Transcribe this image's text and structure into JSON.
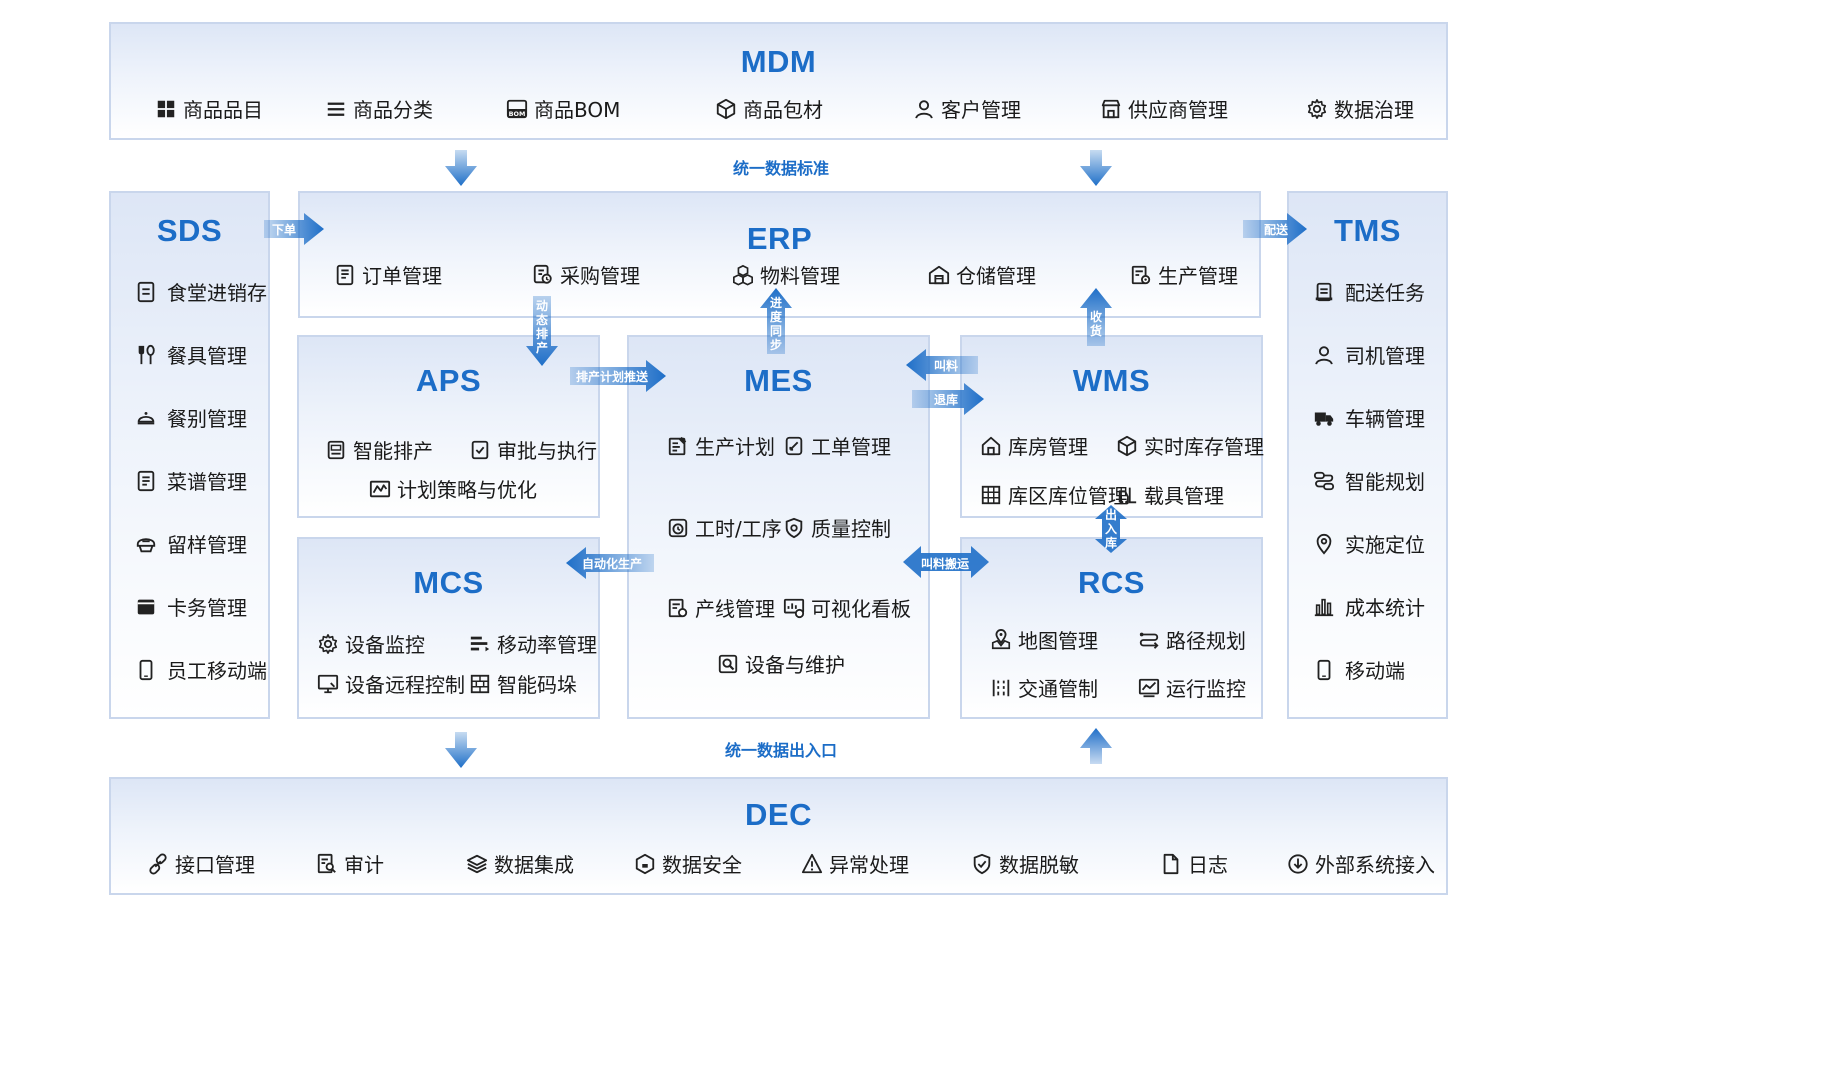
{
  "colors": {
    "accent": "#1c6dc7",
    "arrow": "#1f6fc8",
    "border": "#c9d6ec"
  },
  "mdm": {
    "title": "MDM",
    "items": [
      {
        "icon": "grid-icon",
        "label": "商品品目"
      },
      {
        "icon": "list-icon",
        "label": "商品分类"
      },
      {
        "icon": "bom-icon",
        "label": "商品BOM"
      },
      {
        "icon": "package-icon",
        "label": "商品包材"
      },
      {
        "icon": "user-icon",
        "label": "客户管理"
      },
      {
        "icon": "store-icon",
        "label": "供应商管理"
      },
      {
        "icon": "gear-icon",
        "label": "数据治理"
      }
    ]
  },
  "labels": {
    "unified_standard": "统一数据标准",
    "unified_io": "统一数据出入口"
  },
  "sds": {
    "title": "SDS",
    "items": [
      {
        "icon": "document-icon",
        "label": "食堂进销存"
      },
      {
        "icon": "utensils-icon",
        "label": "餐具管理"
      },
      {
        "icon": "dish-icon",
        "label": "餐别管理"
      },
      {
        "icon": "menu-icon",
        "label": "菜谱管理"
      },
      {
        "icon": "sample-icon",
        "label": "留样管理"
      },
      {
        "icon": "card-icon",
        "label": "卡务管理"
      },
      {
        "icon": "phone-icon",
        "label": "员工移动端"
      }
    ]
  },
  "tms": {
    "title": "TMS",
    "items": [
      {
        "icon": "task-icon",
        "label": "配送任务"
      },
      {
        "icon": "driver-icon",
        "label": "司机管理"
      },
      {
        "icon": "truck-icon",
        "label": "车辆管理"
      },
      {
        "icon": "route-icon",
        "label": "智能规划"
      },
      {
        "icon": "location-icon",
        "label": "实施定位"
      },
      {
        "icon": "bar-chart-icon",
        "label": "成本统计"
      },
      {
        "icon": "phone-icon",
        "label": "移动端"
      }
    ]
  },
  "erp": {
    "title": "ERP",
    "items": [
      {
        "icon": "order-icon",
        "label": "订单管理"
      },
      {
        "icon": "purchase-icon",
        "label": "采购管理"
      },
      {
        "icon": "materials-icon",
        "label": "物料管理"
      },
      {
        "icon": "warehouse-icon",
        "label": "仓储管理"
      },
      {
        "icon": "production-icon",
        "label": "生产管理"
      }
    ]
  },
  "aps": {
    "title": "APS",
    "items": [
      {
        "icon": "schedule-icon",
        "label": "智能排产"
      },
      {
        "icon": "approve-icon",
        "label": "审批与执行"
      },
      {
        "icon": "strategy-icon",
        "label": "计划策略与优化"
      }
    ]
  },
  "mes": {
    "title": "MES",
    "items": [
      {
        "icon": "plan-icon",
        "label": "生产计划"
      },
      {
        "icon": "work-order-icon",
        "label": "工单管理"
      },
      {
        "icon": "clock-icon",
        "label": "工时/工序"
      },
      {
        "icon": "shield-icon",
        "label": "质量控制"
      },
      {
        "icon": "line-icon",
        "label": "产线管理"
      },
      {
        "icon": "dashboard-icon",
        "label": "可视化看板"
      },
      {
        "icon": "maintenance-icon",
        "label": "设备与维护"
      }
    ]
  },
  "wms": {
    "title": "WMS",
    "items": [
      {
        "icon": "house-icon",
        "label": "库房管理"
      },
      {
        "icon": "cube-icon",
        "label": "实时库存管理"
      },
      {
        "icon": "grid-area-icon",
        "label": "库区库位管理"
      },
      {
        "icon": "forklift-icon",
        "label": "载具管理"
      }
    ]
  },
  "mcs": {
    "title": "MCS",
    "items": [
      {
        "icon": "gear-icon",
        "label": "设备监控"
      },
      {
        "icon": "rate-icon",
        "label": "移动率管理"
      },
      {
        "icon": "monitor-icon",
        "label": "设备远程控制"
      },
      {
        "icon": "stack-icon",
        "label": "智能码垛"
      }
    ]
  },
  "rcs": {
    "title": "RCS",
    "items": [
      {
        "icon": "map-icon",
        "label": "地图管理"
      },
      {
        "icon": "path-icon",
        "label": "路径规划"
      },
      {
        "icon": "traffic-icon",
        "label": "交通管制"
      },
      {
        "icon": "monitor-line-icon",
        "label": "运行监控"
      }
    ]
  },
  "dec": {
    "title": "DEC",
    "items": [
      {
        "icon": "link-icon",
        "label": "接口管理"
      },
      {
        "icon": "audit-icon",
        "label": "审计"
      },
      {
        "icon": "layers-icon",
        "label": "数据集成"
      },
      {
        "icon": "security-icon",
        "label": "数据安全"
      },
      {
        "icon": "warning-icon",
        "label": "异常处理"
      },
      {
        "icon": "mask-icon",
        "label": "数据脱敏"
      },
      {
        "icon": "file-icon",
        "label": "日志"
      },
      {
        "icon": "import-icon",
        "label": "外部系统接入"
      }
    ]
  },
  "arrows": {
    "order": "下单",
    "deliver": "配送",
    "dynamic_schedule": "动态排产",
    "progress_sync": "进度同步",
    "receive": "收货",
    "schedule_push": "排产计划推送",
    "call_material": "叫料",
    "return_stock": "退库",
    "in_out": "出入库",
    "auto_production": "自动化生产",
    "call_transport": "叫料搬运"
  }
}
